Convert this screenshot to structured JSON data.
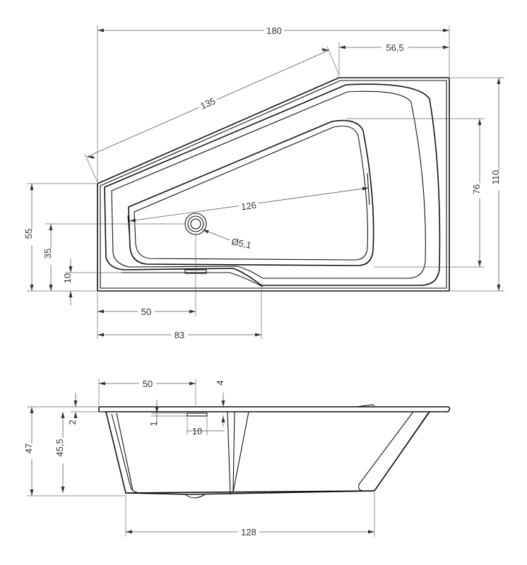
{
  "top_view": {
    "overall_width": "180",
    "short_edge": "56,5",
    "slanted_edge": "135",
    "overall_depth": "110",
    "inner_depth": "76",
    "inner_length": "126",
    "left_height": "55",
    "drain_offset_y": "35",
    "seat_height": "10",
    "drain_offset_x": "50",
    "seat_offset_x": "83",
    "drain_diameter": "Ø5,1"
  },
  "side_view": {
    "drain_offset_x": "50",
    "rim_thickness": "4",
    "rim_step": "2",
    "overflow_height": "1",
    "overflow_width": "10",
    "total_height": "47",
    "inner_height": "45,5",
    "bottom_length": "128"
  }
}
